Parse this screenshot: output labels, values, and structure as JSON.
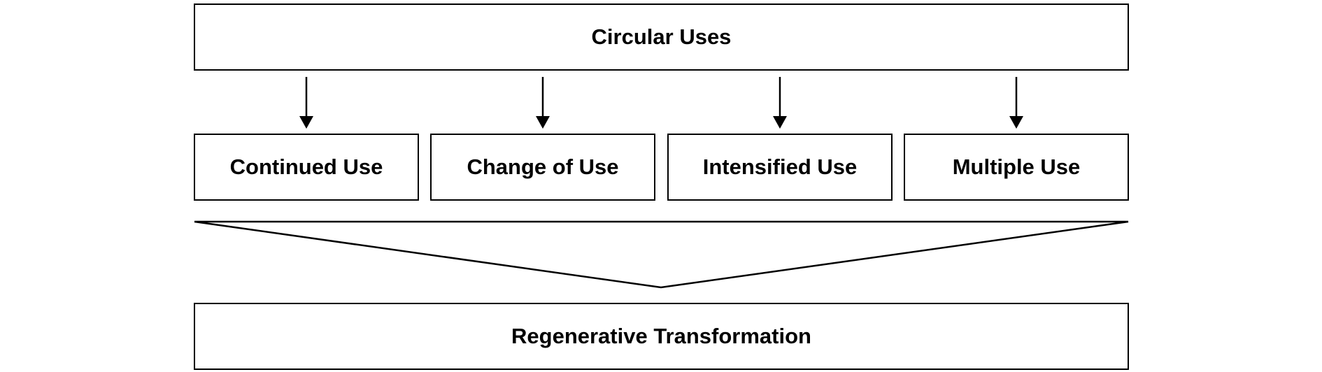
{
  "diagram": {
    "top_box": {
      "label": "Circular Uses"
    },
    "uses": [
      {
        "label": "Continued Use"
      },
      {
        "label": "Change of Use"
      },
      {
        "label": "Intensified Use"
      },
      {
        "label": "Multiple Use"
      }
    ],
    "bottom_box": {
      "label": "Regenerative Transformation"
    },
    "stroke_color": "#000000",
    "fill_color": "#ffffff"
  }
}
